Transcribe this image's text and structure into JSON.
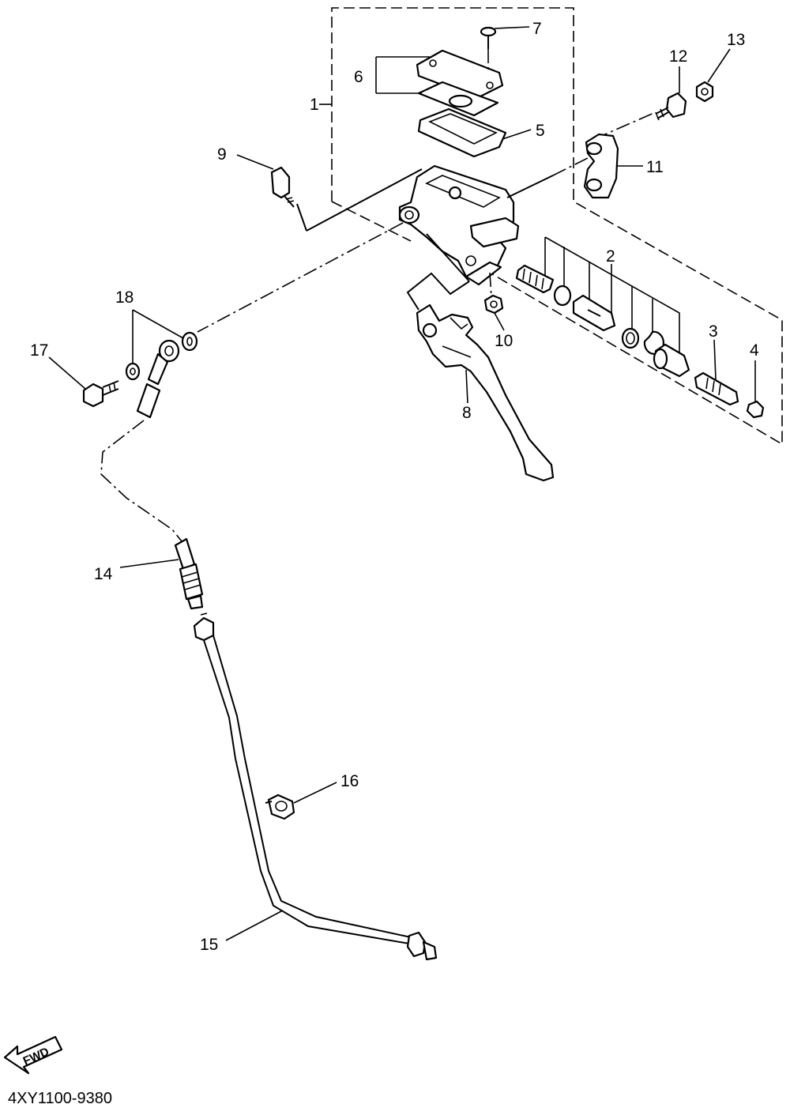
{
  "callouts": [
    {
      "id": "c1",
      "text": "1"
    },
    {
      "id": "c2",
      "text": "2"
    },
    {
      "id": "c3",
      "text": "3"
    },
    {
      "id": "c4",
      "text": "4"
    },
    {
      "id": "c5",
      "text": "5"
    },
    {
      "id": "c6",
      "text": "6"
    },
    {
      "id": "c7",
      "text": "7"
    },
    {
      "id": "c8",
      "text": "8"
    },
    {
      "id": "c9",
      "text": "9"
    },
    {
      "id": "c10",
      "text": "10"
    },
    {
      "id": "c11",
      "text": "11"
    },
    {
      "id": "c12",
      "text": "12"
    },
    {
      "id": "c13",
      "text": "13"
    },
    {
      "id": "c14",
      "text": "14"
    },
    {
      "id": "c15",
      "text": "15"
    },
    {
      "id": "c16",
      "text": "16"
    },
    {
      "id": "c17",
      "text": "17"
    },
    {
      "id": "c18",
      "text": "18"
    }
  ],
  "fwd_badge": "FWD",
  "diagram_code": "4XY1100-9380"
}
